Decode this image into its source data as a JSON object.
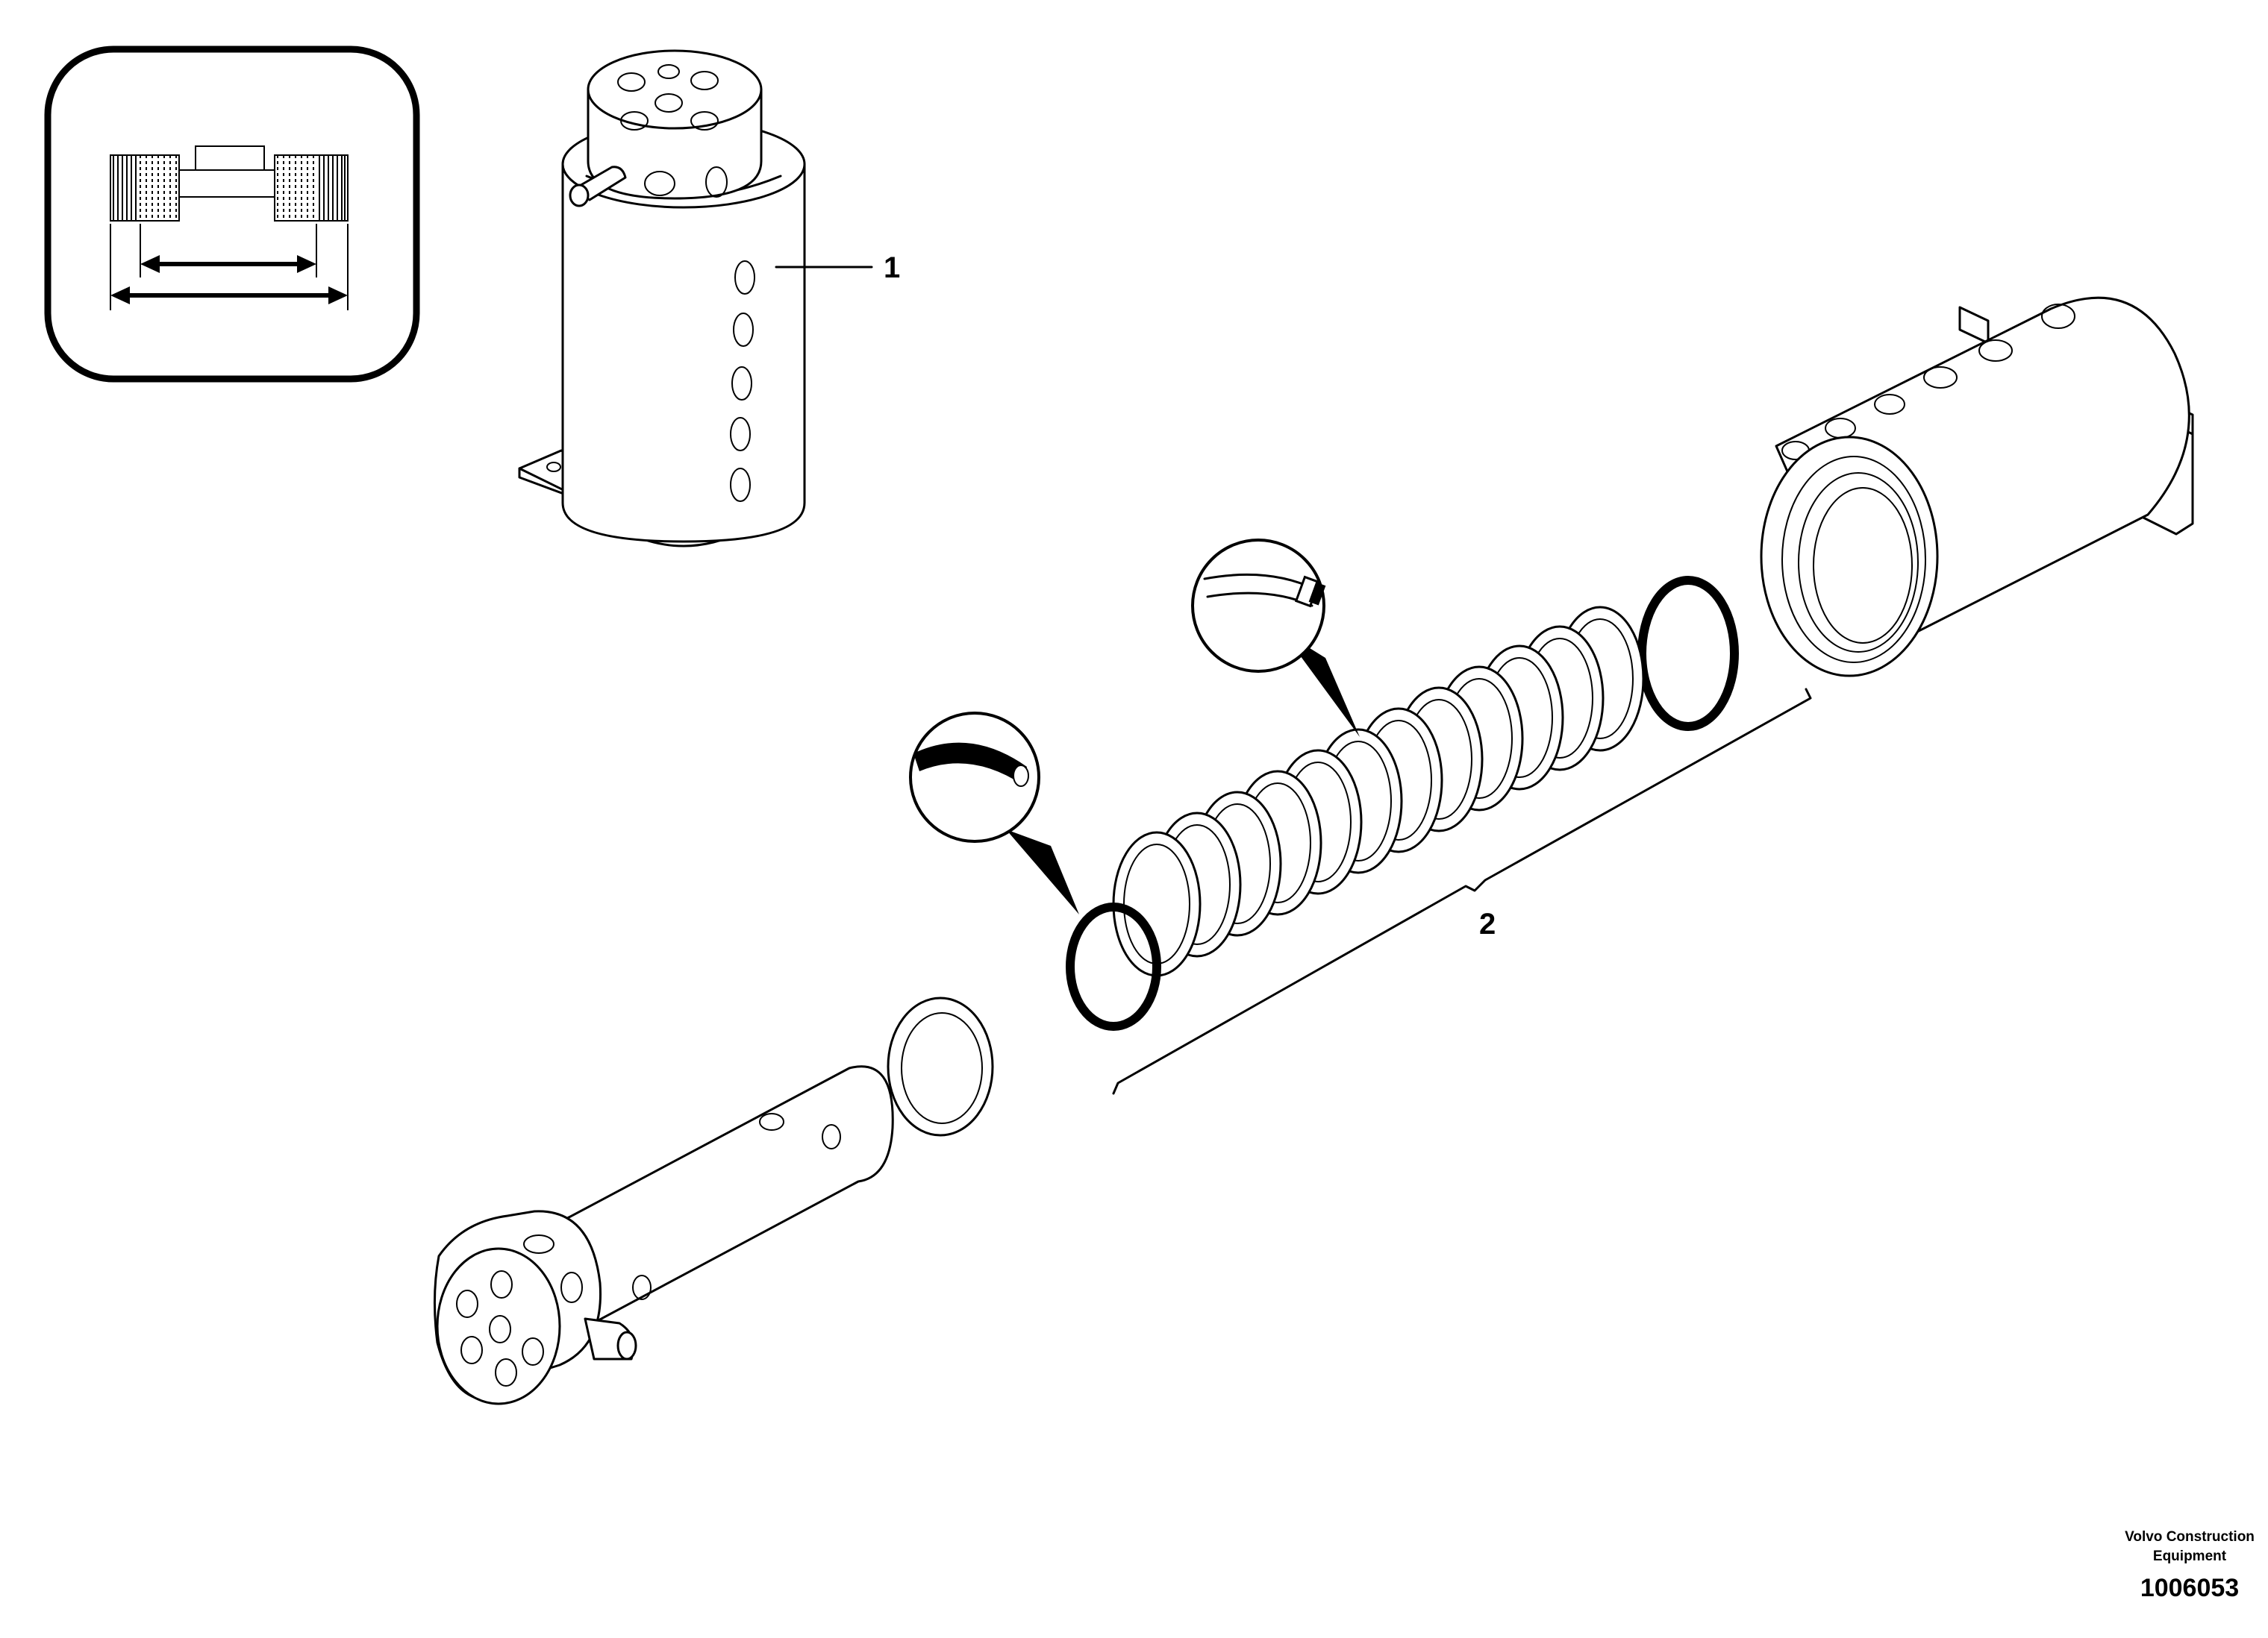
{
  "callouts": {
    "item_1": "1",
    "item_2": "2"
  },
  "footer": {
    "brand_line_1": "Volvo Construction",
    "brand_line_2": "Equipment",
    "document_number": "1006053"
  }
}
